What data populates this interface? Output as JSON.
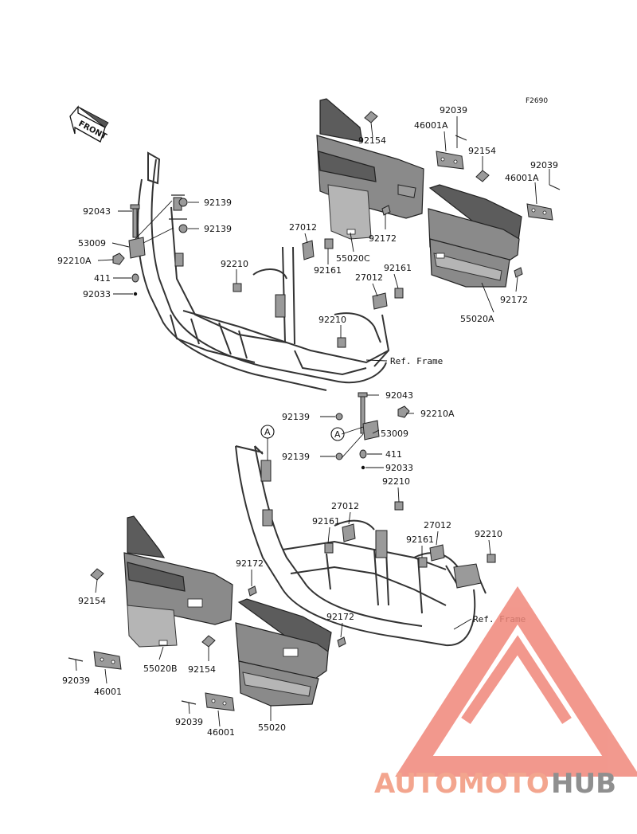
{
  "figure_code": "F2690",
  "front_label": "FRONT",
  "ref_frame_label": "Ref. Frame",
  "callout_letter": "A",
  "watermark": {
    "text_part1": "AUTOMOTO",
    "text_part2": "HUB",
    "color_primary": "#f3a58e",
    "color_secondary": "#8f8f8f",
    "logo": "triangle-logo"
  },
  "labels": {
    "top_92043": "92043",
    "top_92139_a": "92139",
    "top_92139_b": "92139",
    "top_53009": "53009",
    "top_92210A": "92210A",
    "top_411": "411",
    "top_92033": "92033",
    "top_27012_a": "27012",
    "top_92210_a": "92210",
    "top_92161_a": "92161",
    "top_55020C": "55020C",
    "top_92172_a": "92172",
    "top_92161_b": "92161",
    "top_27012_b": "27012",
    "top_92210_b": "92210",
    "top_92154_a": "92154",
    "top_92039_a": "92039",
    "top_46001A_a": "46001A",
    "top_92154_b": "92154",
    "top_92039_b": "92039",
    "top_46001A_b": "46001A",
    "top_92172_b": "92172",
    "top_55020A": "55020A",
    "bot_92043": "92043",
    "bot_92139_a": "92139",
    "bot_92210A": "92210A",
    "bot_53009": "53009",
    "bot_92139_b": "92139",
    "bot_411": "411",
    "bot_92033": "92033",
    "bot_92210_a": "92210",
    "bot_27012_a": "27012",
    "bot_92161_a": "92161",
    "bot_27012_b": "27012",
    "bot_92161_b": "92161",
    "bot_92210_b": "92210",
    "bot_92172_a": "92172",
    "bot_92154_a": "92154",
    "bot_92172_b": "92172",
    "bot_55020B": "55020B",
    "bot_92154_b": "92154",
    "bot_92039_a": "92039",
    "bot_46001_a": "46001",
    "bot_92039_b": "92039",
    "bot_46001_b": "46001",
    "bot_55020": "55020"
  }
}
